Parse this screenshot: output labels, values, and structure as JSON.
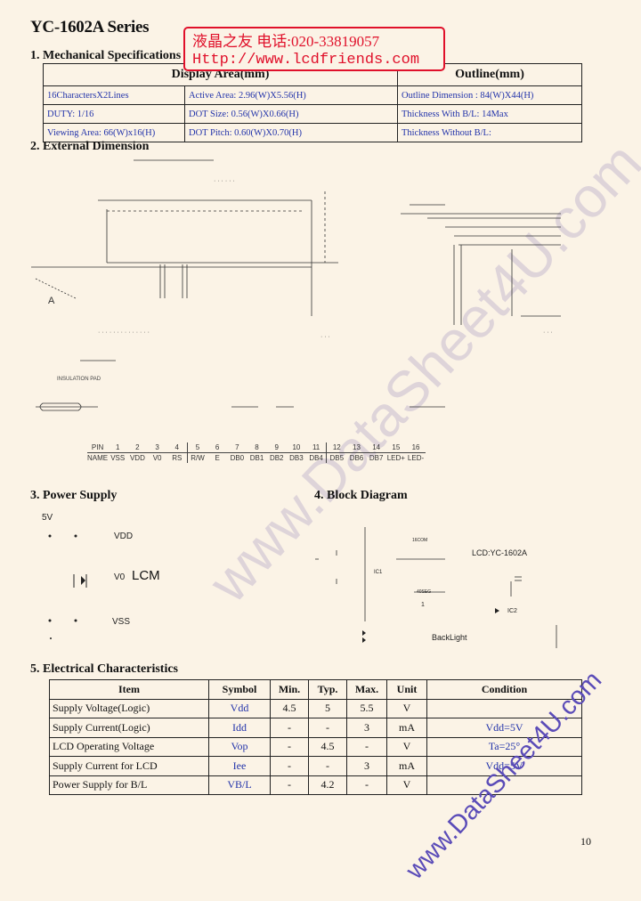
{
  "title": "YC-1602A Series",
  "sections": {
    "mechanical": "1. Mechanical Specifications",
    "external": "2. External Dimension",
    "power": "3. Power Supply",
    "block": "4. Block Diagram",
    "electrical": "5. Electrical Characteristics"
  },
  "stamp": {
    "line1": "液晶之友 电话:020-33819057",
    "line2": "Http://www.lcdfriends.com"
  },
  "mech": {
    "headers": [
      "Display Area(mm)",
      "Outline(mm)"
    ],
    "rows": [
      [
        "16CharactersX2Lines",
        "Active Area: 2.96(W)X5.56(H)",
        "Outline Dimension : 84(W)X44(H)"
      ],
      [
        "DUTY:      1/16",
        "DOT Size: 0.56(W)X0.66(H)",
        "Thickness With B/L: 14Max"
      ],
      [
        "Viewing Area: 66(W)x16(H)",
        "DOT Pitch: 0.60(W)X0.70(H)",
        "Thickness Without B/L:"
      ]
    ]
  },
  "pins": {
    "numbers": [
      "PIN",
      "1",
      "2",
      "3",
      "4",
      "5",
      "6",
      "7",
      "8",
      "9",
      "10",
      "11",
      "12",
      "13",
      "14",
      "15",
      "16"
    ],
    "names": [
      "NAME",
      "VSS",
      "VDD",
      "V0",
      "RS",
      "R/W",
      "E",
      "DB0",
      "DB1",
      "DB2",
      "DB3",
      "DB4",
      "DB5",
      "DB6",
      "DB7",
      "LED+",
      "LED-"
    ]
  },
  "diagram": {
    "label_a": "A",
    "insulation": "INSULATION PAD"
  },
  "power": {
    "v5": "5V",
    "vdd": "VDD",
    "v0": "V0",
    "lcm": "LCM",
    "vss": "VSS"
  },
  "block": {
    "lcd": "LCD:YC-1602A",
    "ic1": "IC1",
    "ic2": "IC2",
    "com": "16COM",
    "seg": "40SEG",
    "one": "1",
    "backlight": "BackLight"
  },
  "electrical": {
    "headers": [
      "Item",
      "Symbol",
      "Min.",
      "Typ.",
      "Max.",
      "Unit",
      "Condition"
    ],
    "rows": [
      [
        "Supply Voltage(Logic)",
        "Vdd",
        "4.5",
        "5",
        "5.5",
        "V",
        ""
      ],
      [
        "Supply Current(Logic)",
        "Idd",
        "-",
        "-",
        "3",
        "mA",
        "Vdd=5V"
      ],
      [
        "LCD Operating Voltage",
        "Vop",
        "-",
        "4.5",
        "-",
        "V",
        "Ta=25°"
      ],
      [
        "Supply Current for LCD",
        "Iee",
        "-",
        "-",
        "3",
        "mA",
        "Vdd=5V"
      ],
      [
        "Power Supply for B/L",
        "VB/L",
        "-",
        "4.2",
        "-",
        "V",
        ""
      ]
    ]
  },
  "watermarks": {
    "big": "www.DataSheet4U.com",
    "small": "www.DataSheet4U.com"
  },
  "page_number": "10"
}
